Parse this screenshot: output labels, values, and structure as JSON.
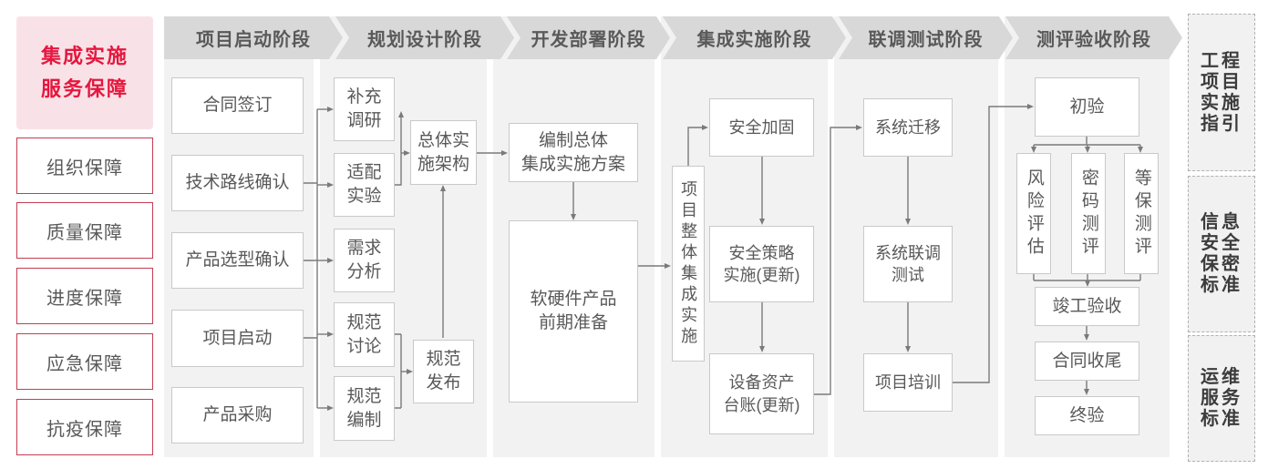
{
  "sidebar": {
    "title": "集成实施\n服务保障",
    "items": [
      "组织保障",
      "质量保障",
      "进度保障",
      "应急保障",
      "抗疫保障"
    ]
  },
  "phases": [
    "项目启动阶段",
    "规划设计阶段",
    "开发部署阶段",
    "集成实施阶段",
    "联调测试阶段",
    "测评验收阶段"
  ],
  "flow": {
    "startup": [
      "合同签订",
      "技术路线确认",
      "产品选型确认",
      "项目启动",
      "产品采购"
    ],
    "planning": {
      "left": [
        "补充\n调研",
        "适配\n实验",
        "需求\n分析",
        "规范\n讨论",
        "规范\n编制"
      ],
      "architecture": "总体实\n施架构",
      "spec_release": "规范\n发布"
    },
    "development": {
      "plan": "编制总体\n集成实施方案",
      "preparation": "软硬件产品\n前期准备"
    },
    "integration": {
      "overall": "项目整体集成实施",
      "steps": [
        "安全加固",
        "安全策略\n实施(更新)",
        "设备资产\n台账(更新)"
      ]
    },
    "testing": [
      "系统迁移",
      "系统联调\n测试",
      "项目培训"
    ],
    "acceptance": {
      "preliminary": "初验",
      "assessments": [
        "风险评估",
        "密码测评",
        "等保测评"
      ],
      "final_steps": [
        "竣工验收",
        "合同收尾",
        "终验"
      ]
    }
  },
  "standards": [
    {
      "lines": [
        "工程",
        "项目",
        "实施",
        "指引"
      ]
    },
    {
      "lines": [
        "信息",
        "安全",
        "保密",
        "标准"
      ]
    },
    {
      "lines": [
        "运维",
        "服务",
        "标准"
      ]
    }
  ],
  "colors": {
    "accent_red": "#e5173f",
    "pink_bg": "#f9e2e7",
    "sidebar_border_red": "#c53c53",
    "header_bg": "#d8d8d8",
    "strip_bg": "#f2f2f2",
    "box_border": "#c9c9c9",
    "text_gray": "#595959",
    "connector_gray": "#7a7a7a",
    "standards_text": "#3c3c3c"
  }
}
